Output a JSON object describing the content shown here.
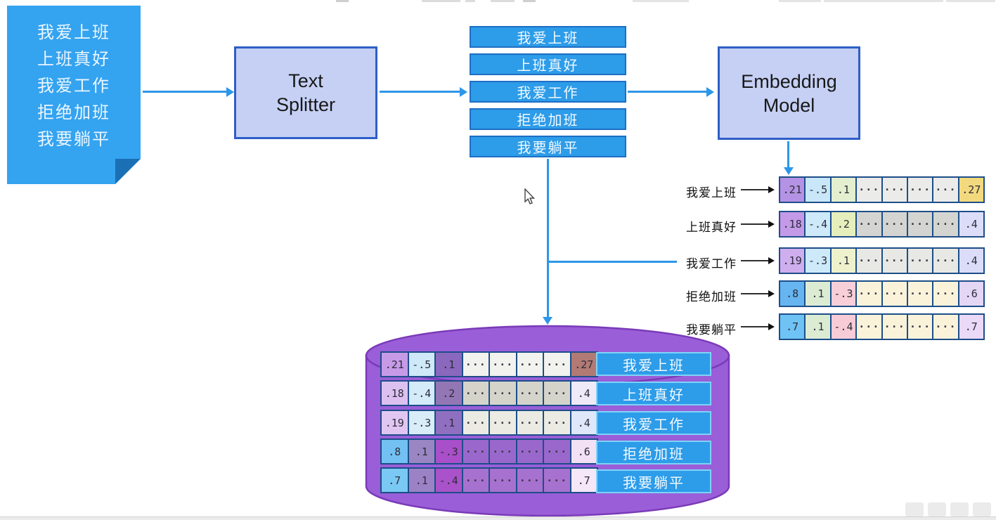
{
  "colors": {
    "doc_blue": "#34a3f0",
    "doc_fold": "#1a6fb5",
    "bar_blue": "#2d9ce9",
    "bar_border": "#1e6fc4",
    "box_fill": "#c5d0f4",
    "box_border": "#2f5ec6",
    "arrow_blue": "#2e96e8",
    "cell_border": "#1d4e89",
    "db_fill": "#9a5ed8",
    "db_border": "#7a3ab8",
    "db_bar_border": "#7fd2f8"
  },
  "document_note": {
    "lines": [
      "我爱上班",
      "上班真好",
      "我爱工作",
      "拒绝加班",
      "我要躺平"
    ]
  },
  "text_splitter": {
    "label": "Text Splitter"
  },
  "embedding_model": {
    "label": "Embedding Model"
  },
  "chunks": [
    "我爱上班",
    "上班真好",
    "我爱工作",
    "拒绝加班",
    "我要躺平"
  ],
  "vector_table": {
    "rows": [
      {
        "label": "我爱上班",
        "cells": [
          {
            "v": ".21",
            "bg": "#b592e3"
          },
          {
            "v": "-.5",
            "bg": "#c9e7f9"
          },
          {
            "v": ".1",
            "bg": "#e3efcf"
          },
          {
            "v": "···",
            "bg": "#ebebe9"
          },
          {
            "v": "···",
            "bg": "#ebebe9"
          },
          {
            "v": "···",
            "bg": "#ebebe9"
          },
          {
            "v": "···",
            "bg": "#ebebe9"
          },
          {
            "v": ".27",
            "bg": "#f3d97e"
          }
        ]
      },
      {
        "label": "上班真好",
        "cells": [
          {
            "v": ".18",
            "bg": "#c49ae8"
          },
          {
            "v": "-.4",
            "bg": "#cde9fa"
          },
          {
            "v": ".2",
            "bg": "#e6efbc"
          },
          {
            "v": "···",
            "bg": "#d4d4d0"
          },
          {
            "v": "···",
            "bg": "#d4d4d0"
          },
          {
            "v": "···",
            "bg": "#d4d4d0"
          },
          {
            "v": "···",
            "bg": "#d4d4d0"
          },
          {
            "v": ".4",
            "bg": "#dcddf8"
          }
        ]
      },
      {
        "label": "我爱工作",
        "cells": [
          {
            "v": ".19",
            "bg": "#cfaeee"
          },
          {
            "v": "-.3",
            "bg": "#cdeafa"
          },
          {
            "v": ".1",
            "bg": "#edf2cc"
          },
          {
            "v": "···",
            "bg": "#e8e8e4"
          },
          {
            "v": "···",
            "bg": "#e8e8e4"
          },
          {
            "v": "···",
            "bg": "#e8e8e4"
          },
          {
            "v": "···",
            "bg": "#e8e8e4"
          },
          {
            "v": ".4",
            "bg": "#dbddf8"
          }
        ]
      },
      {
        "label": "拒绝加班",
        "cells": [
          {
            "v": ".8",
            "bg": "#66b5f0"
          },
          {
            "v": ".1",
            "bg": "#dcecd3"
          },
          {
            "v": "-.3",
            "bg": "#f8cfd8"
          },
          {
            "v": "···",
            "bg": "#faf3da"
          },
          {
            "v": "···",
            "bg": "#faf3da"
          },
          {
            "v": "···",
            "bg": "#faf3da"
          },
          {
            "v": "···",
            "bg": "#faf3da"
          },
          {
            "v": ".6",
            "bg": "#e4d6f5"
          }
        ]
      },
      {
        "label": "我要躺平",
        "cells": [
          {
            "v": ".7",
            "bg": "#6fc3f4"
          },
          {
            "v": ".1",
            "bg": "#dcecd3"
          },
          {
            "v": "-.4",
            "bg": "#f8ccd6"
          },
          {
            "v": "···",
            "bg": "#faf3da"
          },
          {
            "v": "···",
            "bg": "#faf3da"
          },
          {
            "v": "···",
            "bg": "#faf3da"
          },
          {
            "v": "···",
            "bg": "#faf3da"
          },
          {
            "v": ".7",
            "bg": "#ead9f7"
          }
        ]
      }
    ]
  },
  "database": {
    "labels": [
      "我爱上班",
      "上班真好",
      "我爱工作",
      "拒绝加班",
      "我要躺平"
    ],
    "matrix": [
      [
        {
          "v": ".21",
          "bg": "#c79ae8"
        },
        {
          "v": "-.5",
          "bg": "#cfe9f9"
        },
        {
          "v": ".1",
          "bg": "#8a68bd"
        },
        {
          "v": "···",
          "bg": "#f2f2ee"
        },
        {
          "v": "···",
          "bg": "#f2f2ee"
        },
        {
          "v": "···",
          "bg": "#f2f2ee"
        },
        {
          "v": "···",
          "bg": "#f2f2ee"
        },
        {
          "v": ".27",
          "bg": "#b27a74"
        }
      ],
      [
        {
          "v": ".18",
          "bg": "#dcc0f0"
        },
        {
          "v": "-.4",
          "bg": "#d5ebfa"
        },
        {
          "v": ".2",
          "bg": "#9377b4"
        },
        {
          "v": "···",
          "bg": "#d5d4cb"
        },
        {
          "v": "···",
          "bg": "#d5d4cb"
        },
        {
          "v": "···",
          "bg": "#d5d4cb"
        },
        {
          "v": "···",
          "bg": "#d5d4cb"
        },
        {
          "v": ".4",
          "bg": "#eeeaf8"
        }
      ],
      [
        {
          "v": ".19",
          "bg": "#e2c6f2"
        },
        {
          "v": "-.3",
          "bg": "#d9edf9"
        },
        {
          "v": ".1",
          "bg": "#8f6fc0"
        },
        {
          "v": "···",
          "bg": "#ebebe4"
        },
        {
          "v": "···",
          "bg": "#ebebe4"
        },
        {
          "v": "···",
          "bg": "#ebebe4"
        },
        {
          "v": "···",
          "bg": "#ebebe4"
        },
        {
          "v": ".4",
          "bg": "#dfe7fa"
        }
      ],
      [
        {
          "v": ".8",
          "bg": "#72c1f2"
        },
        {
          "v": ".1",
          "bg": "#9a86c2"
        },
        {
          "v": "-.3",
          "bg": "#a94fc9"
        },
        {
          "v": "···",
          "bg": "#9a68cc"
        },
        {
          "v": "···",
          "bg": "#9a68cc"
        },
        {
          "v": "···",
          "bg": "#9a68cc"
        },
        {
          "v": "···",
          "bg": "#9a68cc"
        },
        {
          "v": ".6",
          "bg": "#f2e0f5"
        }
      ],
      [
        {
          "v": ".7",
          "bg": "#7ac9f5"
        },
        {
          "v": ".1",
          "bg": "#9b82c5"
        },
        {
          "v": "-.4",
          "bg": "#aa52c9"
        },
        {
          "v": "···",
          "bg": "#a771d0"
        },
        {
          "v": "···",
          "bg": "#a771d0"
        },
        {
          "v": "···",
          "bg": "#a771d0"
        },
        {
          "v": "···",
          "bg": "#a771d0"
        },
        {
          "v": ".7",
          "bg": "#f5e6f8"
        }
      ]
    ]
  }
}
